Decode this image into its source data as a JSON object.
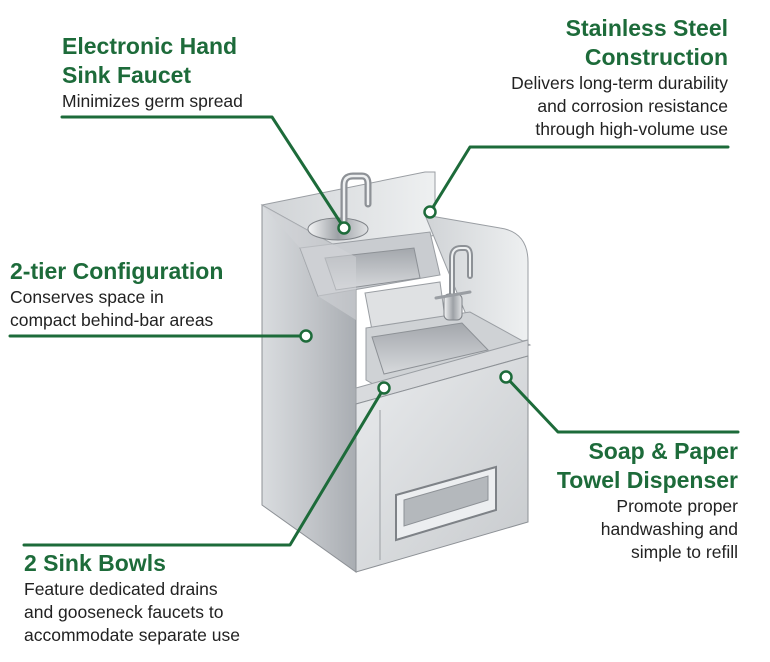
{
  "colors": {
    "accent": "#1d6b3a",
    "steel_light": "#e2e4e6",
    "steel_mid": "#b9bcc0",
    "steel_dark": "#8d9196",
    "text": "#222222"
  },
  "callouts": {
    "faucet": {
      "title_lines": [
        "Electronic Hand",
        "Sink Faucet"
      ],
      "desc_lines": [
        "Minimizes germ spread"
      ]
    },
    "steel": {
      "title_lines": [
        "Stainless Steel",
        "Construction"
      ],
      "desc_lines": [
        "Delivers long-term durability",
        "and corrosion resistance",
        "through high-volume use"
      ]
    },
    "tier": {
      "title_lines": [
        "2-tier Configuration"
      ],
      "desc_lines": [
        "Conserves space in",
        "compact behind-bar areas"
      ]
    },
    "soap": {
      "title_lines": [
        "Soap & Paper",
        "Towel Dispenser"
      ],
      "desc_lines": [
        "Promote proper",
        "handwashing and",
        "simple to refill"
      ]
    },
    "bowls": {
      "title_lines": [
        "2 Sink Bowls"
      ],
      "desc_lines": [
        "Feature dedicated drains",
        "and gooseneck faucets to",
        "accommodate separate use"
      ]
    }
  },
  "icons": {
    "marker": "ring-dot-icon"
  }
}
